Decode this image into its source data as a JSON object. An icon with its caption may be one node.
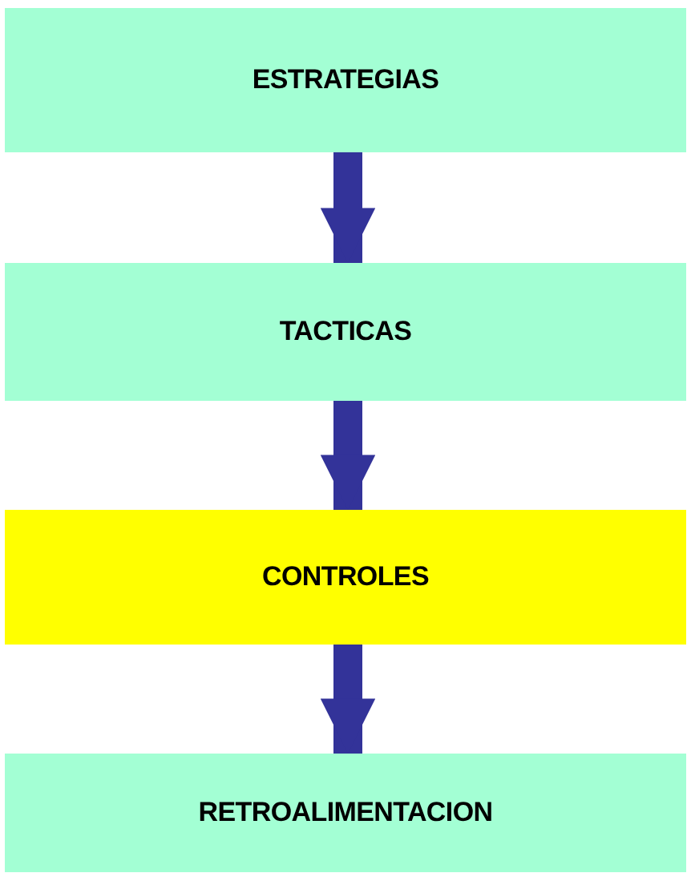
{
  "diagram": {
    "nodes": [
      {
        "text": [
          "ESTRATEGIAS"
        ]
      },
      {
        "text": [
          "TACTICAS"
        ]
      },
      {
        "text": [
          "CONTROLES"
        ]
      },
      {
        "text": [
          "RETROALIMENTACION"
        ]
      }
    ],
    "edges": [
      {
        "from": 0,
        "to": 1,
        "arrow": "to"
      },
      {
        "from": 1,
        "to": 2,
        "arrow": "to"
      },
      {
        "from": 2,
        "to": 3,
        "arrow": "to"
      }
    ]
  }
}
